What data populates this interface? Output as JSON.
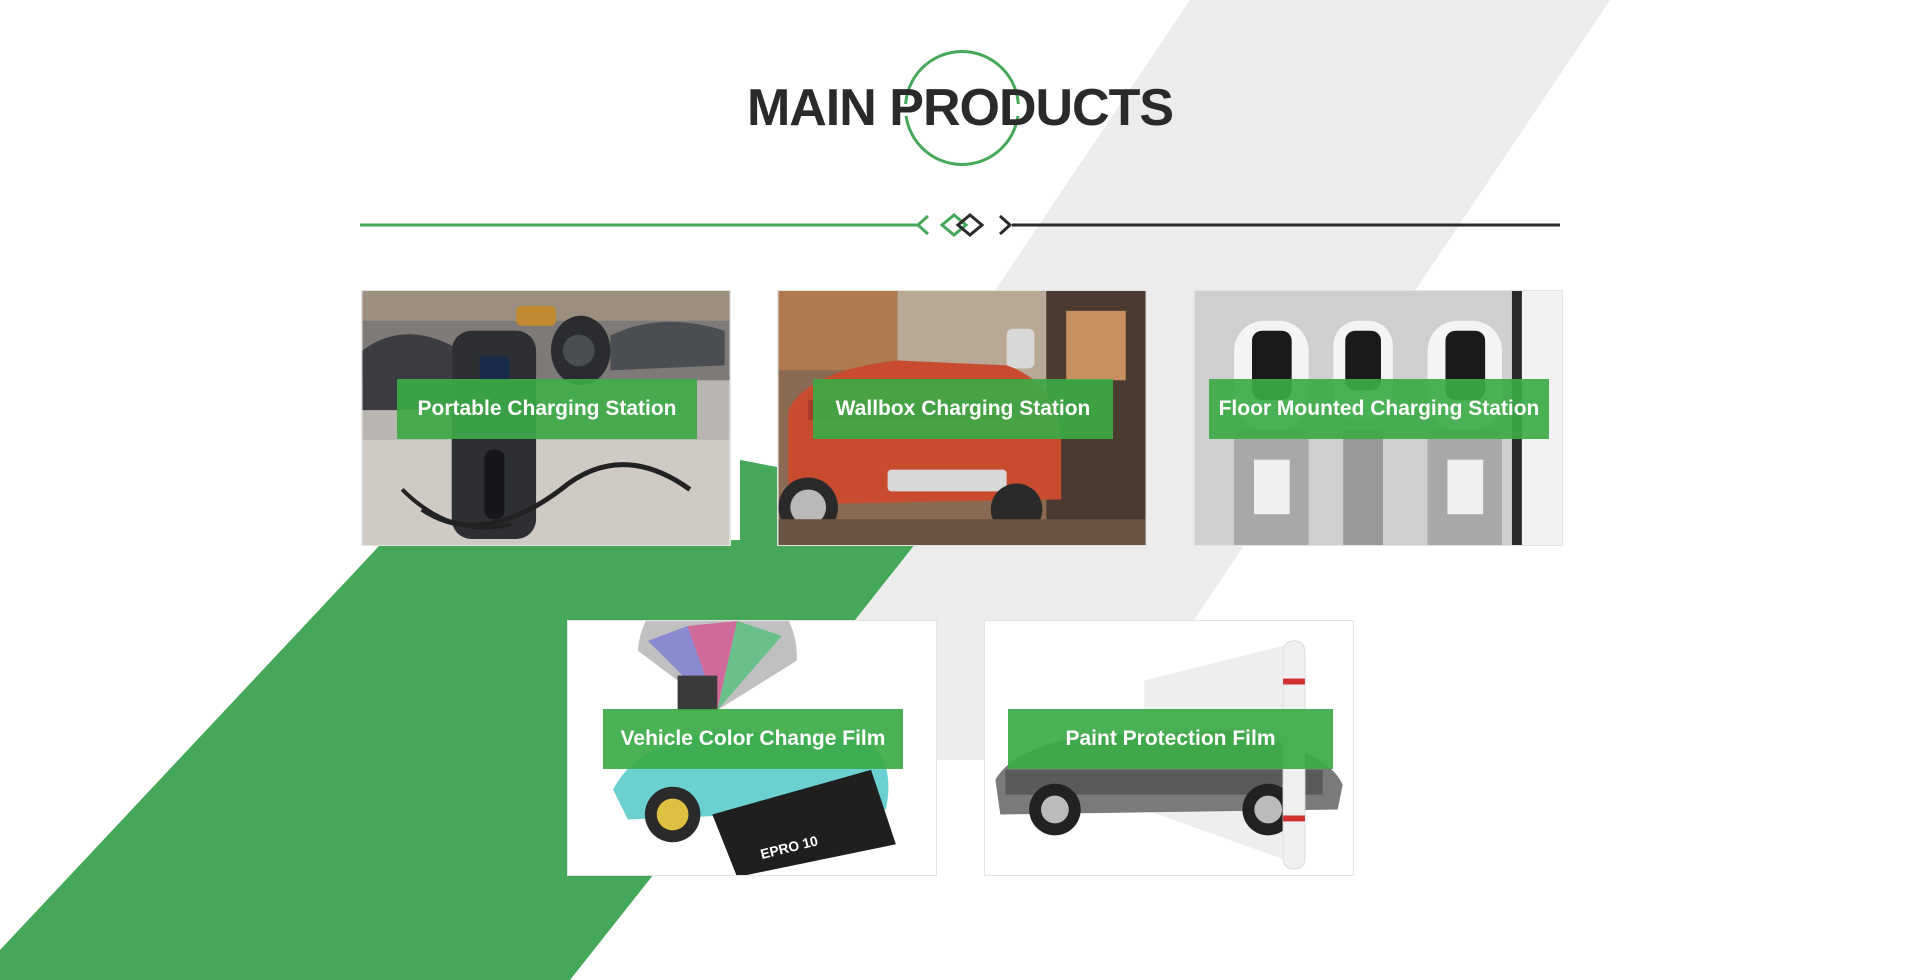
{
  "page": {
    "title": "MAIN PRODUCTS"
  },
  "colors": {
    "accent_green": "#45a859",
    "label_green": "#3caa46",
    "dark": "#2a2a2a",
    "diagonal_gray": "#ececec"
  },
  "products": [
    {
      "label": "Portable Charging Station"
    },
    {
      "label": "Wallbox Charging Station"
    },
    {
      "label": "Floor Mounted Charging Station"
    },
    {
      "label": "Vehicle Color Change Film"
    },
    {
      "label": "Paint Protection Film"
    }
  ],
  "pp_box_text": "EPRO 10"
}
